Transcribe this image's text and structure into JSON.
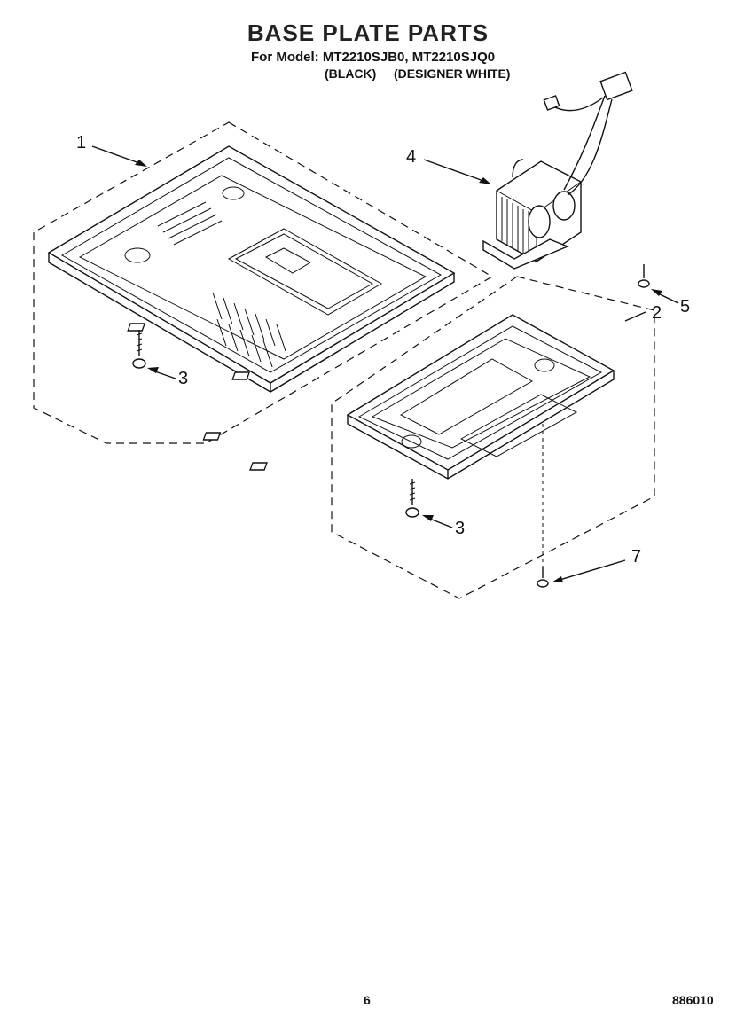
{
  "header": {
    "title": "BASE PLATE PARTS",
    "model_line": "For Model: MT2210SJB0, MT2210SJQ0",
    "variant_black": "(BLACK)",
    "variant_white": "(DESIGNER WHITE)"
  },
  "callouts": {
    "c1": "1",
    "c2": "2",
    "c3a": "3",
    "c3b": "3",
    "c4": "4",
    "c5": "5",
    "c7": "7"
  },
  "footer": {
    "page_number": "6",
    "document_number": "886010"
  }
}
